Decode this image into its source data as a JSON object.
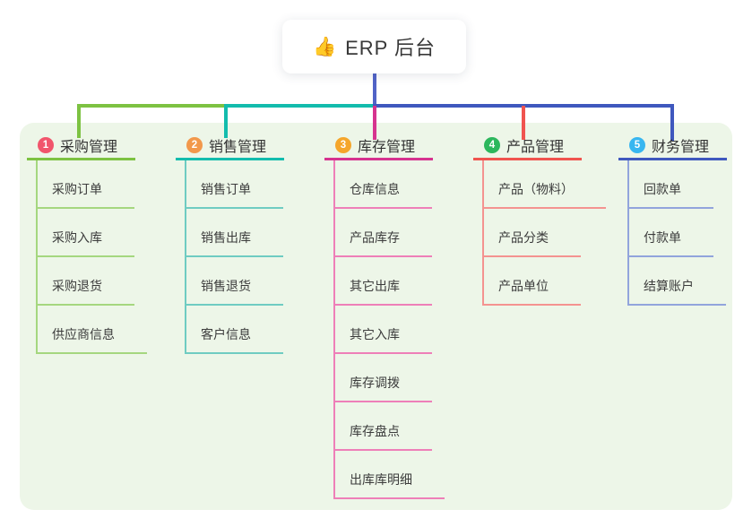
{
  "root": {
    "icon": "👍",
    "label": "ERP 后台"
  },
  "colors": {
    "panel_bg": "#EDF6E8",
    "root_connector": "#5163C7"
  },
  "branches": [
    {
      "num": "1",
      "label": "采购管理",
      "badge_color": "#F1556C",
      "line_color": "#7DC242",
      "light_color": "#A5D77F",
      "items": [
        "采购订单",
        "采购入库",
        "采购退货",
        "供应商信息"
      ]
    },
    {
      "num": "2",
      "label": "销售管理",
      "badge_color": "#F2984B",
      "line_color": "#13BCAD",
      "light_color": "#6FCCC2",
      "items": [
        "销售订单",
        "销售出库",
        "销售退货",
        "客户信息"
      ]
    },
    {
      "num": "3",
      "label": "库存管理",
      "badge_color": "#F5A62B",
      "line_color": "#D6338F",
      "light_color": "#EE7FB8",
      "items": [
        "仓库信息",
        "产品库存",
        "其它出库",
        "其它入库",
        "库存调拨",
        "库存盘点",
        "出库库明细"
      ]
    },
    {
      "num": "4",
      "label": "产品管理",
      "badge_color": "#2CB75D",
      "line_color": "#F0544F",
      "light_color": "#F49390",
      "items": [
        "产品（物料）",
        "产品分类",
        "产品单位"
      ]
    },
    {
      "num": "5",
      "label": "财务管理",
      "badge_color": "#38B6F0",
      "line_color": "#3F58BE",
      "light_color": "#92A4DC",
      "items": [
        "回款单",
        "付款单",
        "结算账户"
      ]
    }
  ]
}
